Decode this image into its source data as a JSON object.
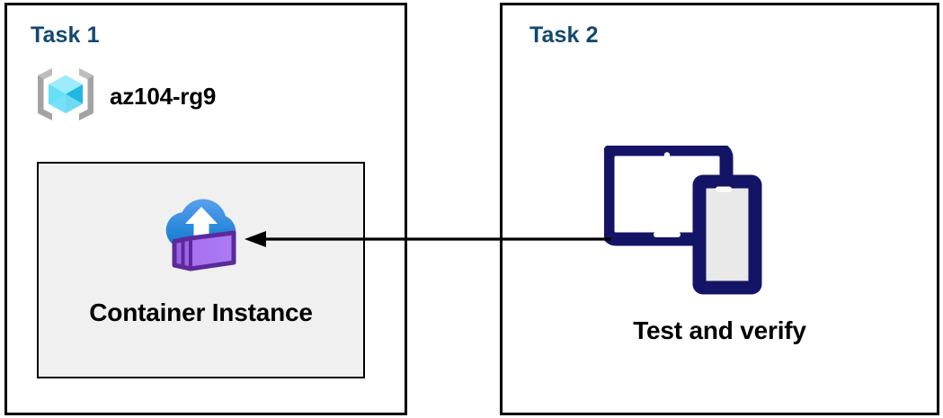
{
  "diagram": {
    "panels": [
      {
        "id": "task-1",
        "title": "Task 1",
        "resource_group": {
          "icon": "azure-resource-group-icon",
          "label": "az104-rg9"
        },
        "inner": {
          "icon": "azure-container-instance-icon",
          "label": "Container Instance"
        }
      },
      {
        "id": "task-2",
        "title": "Task 2",
        "device": {
          "icon": "tablet-and-phone-icon",
          "label": "Test and verify"
        }
      }
    ],
    "connector": {
      "name": "flow-arrow",
      "direction": "right-to-left",
      "from": "Test and verify",
      "to": "Container Instance"
    },
    "colors": {
      "title_blue": "#12496f",
      "panel_border": "#000000",
      "inner_fill": "#f0f0f0",
      "arrow": "#000000",
      "device_navy": "#141466",
      "cube_cyan": "#32d2f2",
      "bracket_grey": "#a3a3a3",
      "container_purple": "#a874ee",
      "cloud_blue": "#0f82d9"
    }
  }
}
